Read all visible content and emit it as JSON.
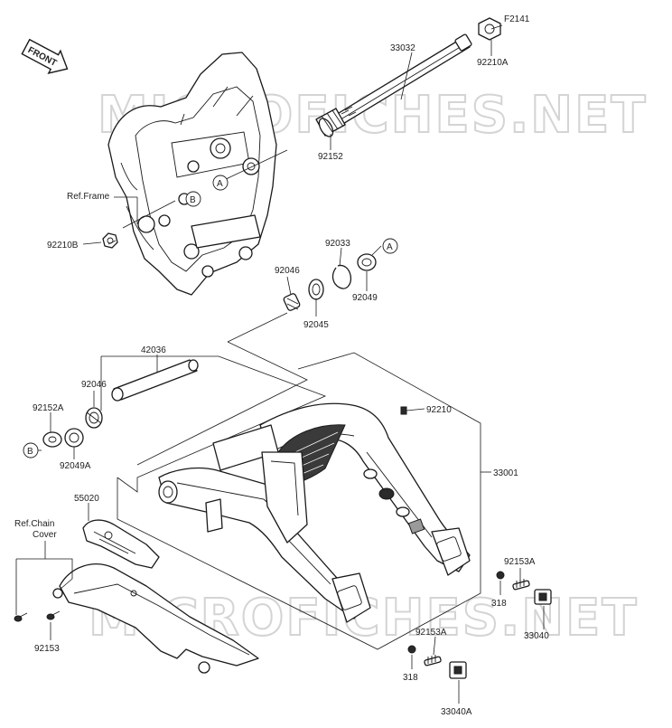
{
  "watermark": "MICROFICHES.NET",
  "front_arrow": "FRONT",
  "refs": {
    "frame": "Ref.Frame",
    "chain_cover_line1": "Ref.Chain",
    "chain_cover_line2": "Cover"
  },
  "circle_markers": [
    "A",
    "B"
  ],
  "parts": {
    "f2141": "F2141",
    "p33032": "33032",
    "p92210A": "92210A",
    "p92152": "92152",
    "p92210B": "92210B",
    "p92033": "92033",
    "p92046_top": "92046",
    "p92049": "92049",
    "p92045": "92045",
    "p42036": "42036",
    "p92046_left": "92046",
    "p92152A": "92152A",
    "p92049A": "92049A",
    "p92210": "92210",
    "p33001": "33001",
    "p55020": "55020",
    "p92153A_right": "92153A",
    "p318_right": "318",
    "p33040": "33040",
    "p92153A_bottom": "92153A",
    "p318_bottom": "318",
    "p33040A": "33040A",
    "p92153": "92153"
  }
}
